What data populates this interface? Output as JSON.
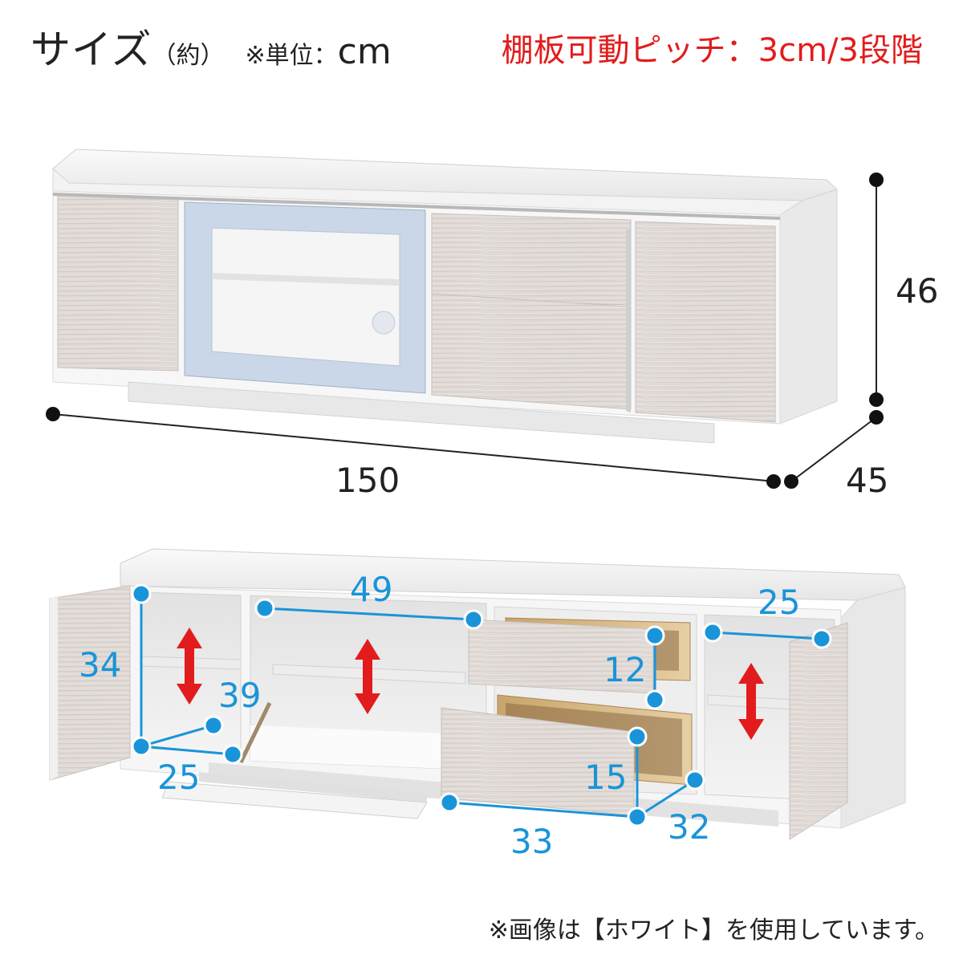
{
  "header": {
    "title": "サイズ",
    "approx": "（約）",
    "unit_label": "※単位：",
    "unit_value": "cm",
    "pitch_note": "棚板可動ピッチ：3cm/3段階"
  },
  "dimensions": {
    "width": "150",
    "depth": "45",
    "height": "46"
  },
  "interior": {
    "left_height": "34",
    "left_depth": "39",
    "left_width": "25",
    "center_width": "49",
    "upper_drawer_height": "12",
    "lower_drawer_height": "15",
    "drawer_width": "33",
    "drawer_depth": "32",
    "right_width": "25"
  },
  "footer": {
    "note": "※画像は【ホワイト】を使用しています。"
  },
  "colors": {
    "accent_blue": "#1a94d8",
    "arrow_red": "#e21c1c",
    "text": "#222222"
  }
}
